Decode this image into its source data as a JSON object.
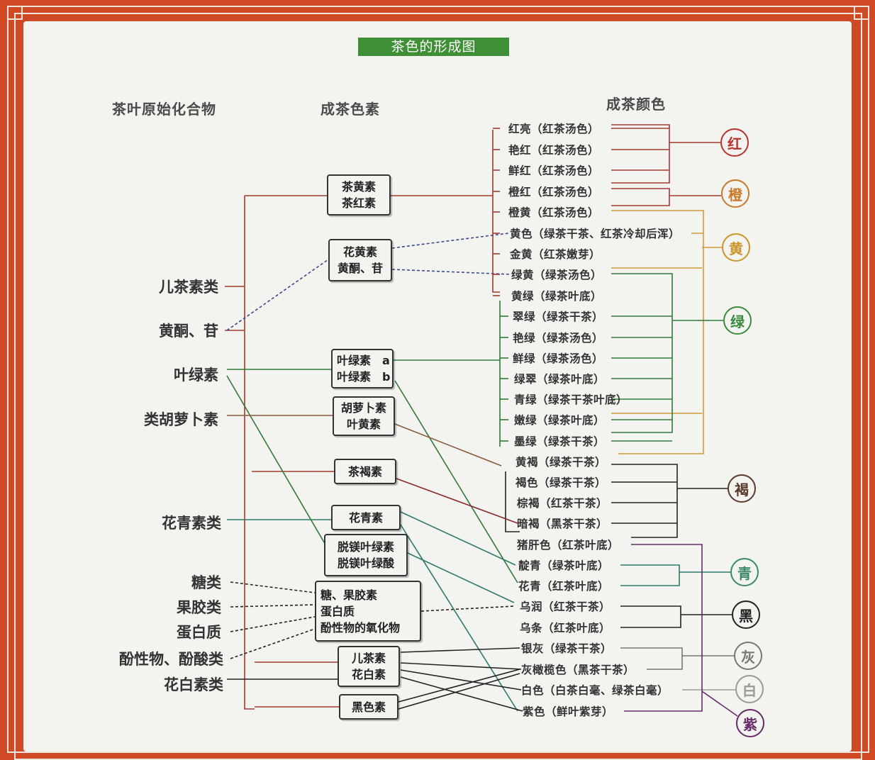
{
  "title": "茶色的形成图",
  "headers": {
    "source": "茶叶原始化合物",
    "pigment": "成茶色素",
    "color": "成茶颜色"
  },
  "sources": [
    "儿茶素类",
    "黄酮、苷",
    "叶绿素",
    "类胡萝卜素",
    "花青素类",
    "糖类",
    "果胶类",
    "蛋白质",
    "酚性物、酚酸类",
    "花白素类"
  ],
  "pigments": [
    {
      "lines": [
        "茶黄素",
        "茶红素"
      ]
    },
    {
      "lines": [
        "花黄素",
        "黄酮、苷"
      ]
    },
    {
      "lines": [
        "叶绿素　a",
        "叶绿素　b"
      ]
    },
    {
      "lines": [
        "胡萝卜素",
        "叶黄素"
      ]
    },
    {
      "lines": [
        "茶褐素"
      ]
    },
    {
      "lines": [
        "花青素"
      ]
    },
    {
      "lines": [
        "脱镁叶绿素",
        "脱镁叶绿酸"
      ]
    },
    {
      "lines": [
        "糖、果胶素",
        "蛋白质",
        "酚性物的氧化物"
      ]
    },
    {
      "lines": [
        "儿茶素",
        "花白素"
      ]
    },
    {
      "lines": [
        "黑色素"
      ]
    }
  ],
  "colors": [
    "红亮（红茶汤色）",
    "艳红（红茶汤色）",
    "鲜红（红茶汤色）",
    "橙红（红茶汤色）",
    "橙黄（红茶汤色）",
    "黄色（绿茶干茶、红茶冷却后浑）",
    "金黄（红茶嫩芽）",
    "绿黄（绿茶汤色）",
    "黄绿（绿茶叶底）",
    "翠绿（绿茶干茶）",
    "艳绿（绿茶汤色）",
    "鲜绿（绿茶汤色）",
    "绿翠（绿茶叶底）",
    "青绿（绿茶干茶叶底）",
    "嫩绿（绿茶叶底）",
    "墨绿（绿茶干茶）",
    "黄褐（绿茶干茶）",
    "褐色（绿茶干茶）",
    "棕褐（红茶干茶）",
    "暗褐（黑茶干茶）",
    "猪肝色（红茶叶底）",
    "靛青（绿茶叶底）",
    "花青（红茶叶底）",
    "乌润（红茶干茶）",
    "乌条（红茶叶底）",
    "银灰（绿茶干茶）",
    "灰橄榄色（黑茶干茶）",
    "白色（白茶白毫、绿茶白毫）",
    "紫色（鲜叶紫芽）"
  ],
  "categories": [
    {
      "label": "红",
      "color": "#b8322e"
    },
    {
      "label": "橙",
      "color": "#c87a2a"
    },
    {
      "label": "黄",
      "color": "#c8962a"
    },
    {
      "label": "绿",
      "color": "#3c8a3c"
    },
    {
      "label": "褐",
      "color": "#5a3a2a"
    },
    {
      "label": "青",
      "color": "#3a8a6a"
    },
    {
      "label": "黑",
      "color": "#222222"
    },
    {
      "label": "灰",
      "color": "#777777"
    },
    {
      "label": "白",
      "color": "#999999"
    },
    {
      "label": "紫",
      "color": "#6a2a6a"
    }
  ]
}
